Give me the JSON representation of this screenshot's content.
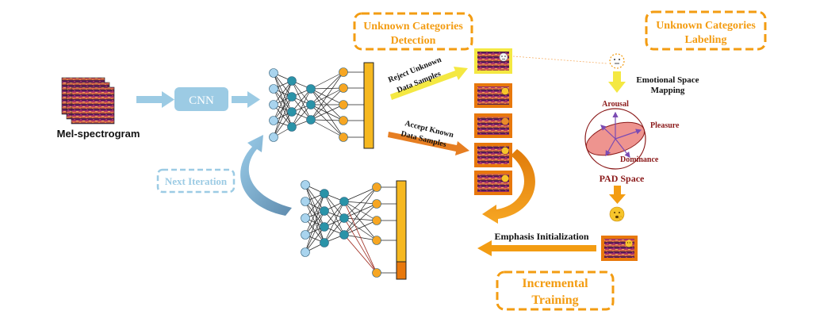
{
  "colors": {
    "orange": "#F39C12",
    "orange_dark": "#E67E22",
    "yellow": "#F4E842",
    "light_blue": "#9CCBE4",
    "teal": "#2A93A8",
    "node_blue": "#A9D4EE",
    "node_orange": "#F6A623",
    "maroon": "#8B1A1A",
    "ellipse_red": "#E8706A"
  },
  "input": {
    "label": "Mel-spectrogram"
  },
  "cnn": {
    "label": "CNN"
  },
  "unknown_detection": {
    "line1": "Unknown Categories",
    "line2": "Detection"
  },
  "unknown_labeling": {
    "line1": "Unknown Categories",
    "line2": "Labeling"
  },
  "reject": {
    "line1": "Reject Unknown",
    "line2": "Data Samples"
  },
  "accept": {
    "line1": "Accept Known",
    "line2": "Data Samples"
  },
  "emotional_space": {
    "line1": "Emotional Space",
    "line2": "Mapping"
  },
  "pad": {
    "arousal": "Arousal",
    "pleasure": "Pleasure",
    "dominance": "Dominance",
    "title": "PAD Space"
  },
  "next_iteration": {
    "label": "Next Iteration"
  },
  "emphasis": {
    "label": "Emphasis Initialization"
  },
  "incremental": {
    "line1": "Incremental",
    "line2": "Training"
  },
  "icons": {
    "spectrogram": "spectrogram-icon",
    "neutral_face": "neutral-face-icon",
    "emoji_faces": [
      "surprised-face-icon",
      "angry-face-icon",
      "neutral-face-icon",
      "sad-face-icon"
    ],
    "new_emotion": "new-emotion-face-icon"
  }
}
